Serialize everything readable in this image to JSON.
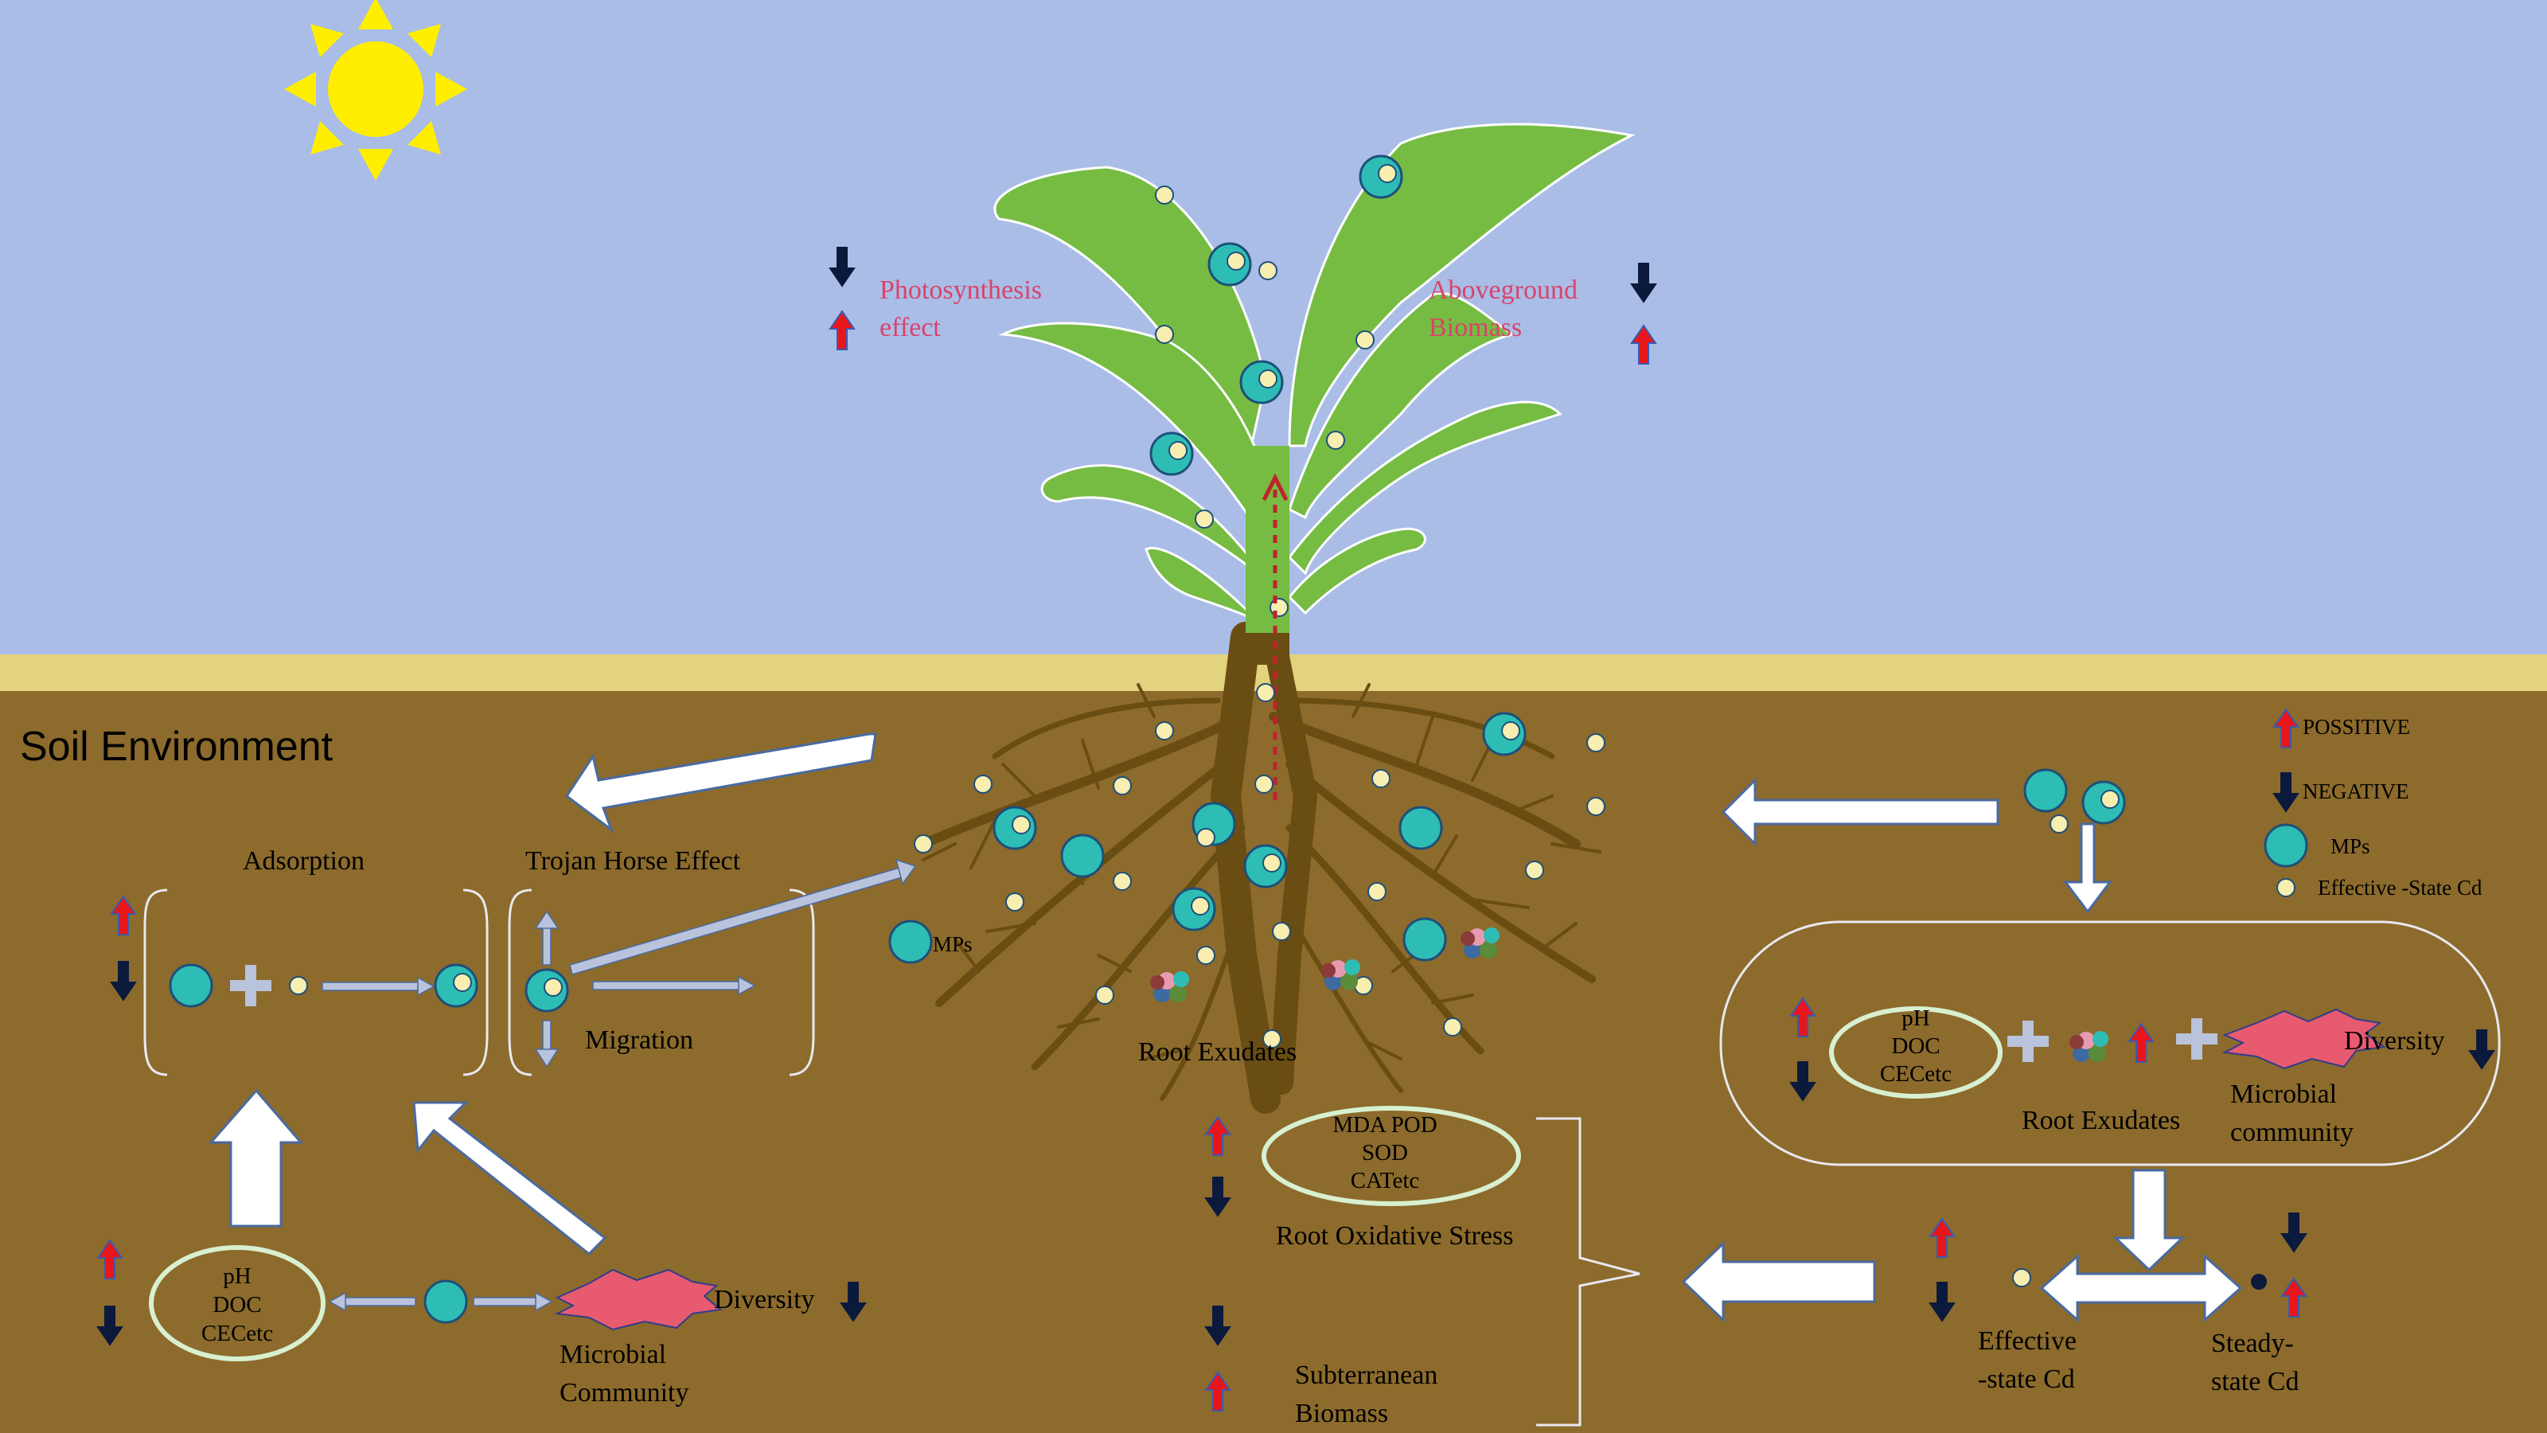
{
  "colors": {
    "sky": "#a9bde6",
    "soil": "#8c6b2c",
    "soil_band": "#e3d27e",
    "leaf": "#76bc43",
    "mp": "#2ebdb5",
    "cd": "#f7eeb0",
    "arrow_up": "#e8161b",
    "arrow_down": "#0b1a3c",
    "microbe": "#e85a6f",
    "root": "#6a4d12",
    "pink_text": "#d9436c"
  },
  "icons": [
    "sun-icon",
    "mp-particle-icon",
    "cd-particle-icon",
    "microbe-icon",
    "root-exudate-icon",
    "plus-icon",
    "up-arrow-icon",
    "down-arrow-icon"
  ],
  "labels": {
    "soil_env": "Soil Environment",
    "photosynthesis_1": "Photosynthesis",
    "photosynthesis_2": "effect",
    "aboveground_1": "Aboveground",
    "aboveground_2": "Biomass",
    "adsorption": "Adsorption",
    "trojan": "Trojan Horse Effect",
    "migration": "Migration",
    "mps_root": "MPs",
    "root_exudates": "Root Exudates",
    "diversity": "Diversity",
    "microbial": "Microbial",
    "community_cap": "Community",
    "community_low": "community",
    "ph": "pH",
    "doc": "DOC",
    "cec": "CECetc",
    "mda_pod": "MDA   POD",
    "sod": "SOD",
    "cat": "CATetc",
    "root_oxidative": "Root Oxidative Stress",
    "subterranean": "Subterranean",
    "biomass": "Biomass",
    "effective_1": "Effective",
    "effective_2": "-state Cd",
    "steady_1": "Steady-",
    "steady_2": "state Cd"
  },
  "legend": {
    "positive": "POSSITIVE",
    "negative": "NEGATIVE",
    "mps": "MPs",
    "cd": "Effective -State Cd"
  }
}
